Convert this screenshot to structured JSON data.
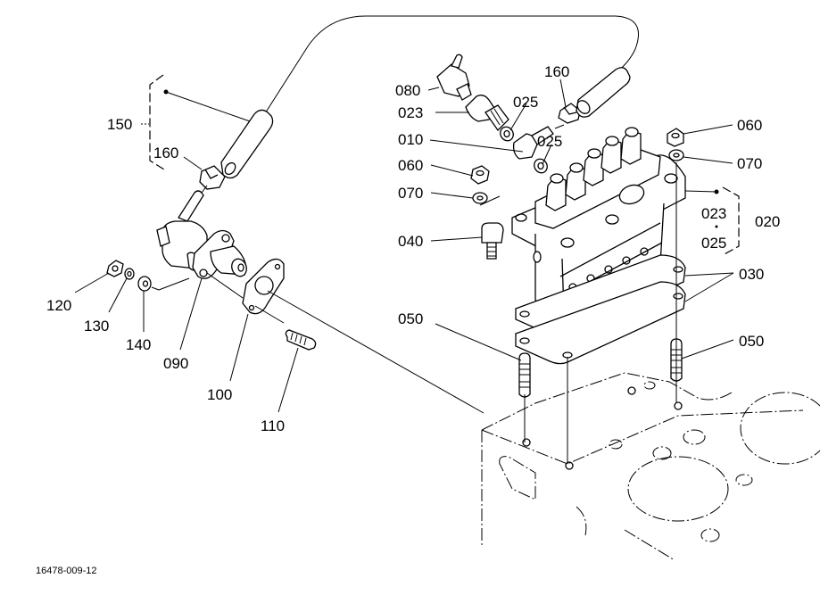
{
  "diagram": {
    "title": "Injection pump assembly - exploded parts view",
    "drawing_code": "16478-009-12",
    "callouts": {
      "c150": "150",
      "c160_left": "160",
      "c160_top": "160",
      "c080": "080",
      "c023": "023",
      "c025_a": "025",
      "c025_b": "025",
      "c010": "010",
      "c060_left": "060",
      "c070_left": "070",
      "c040": "040",
      "c060_right": "060",
      "c070_right": "070",
      "c023_group": "023",
      "c025_group": "025",
      "c020": "020",
      "c030": "030",
      "c050_left": "050",
      "c050_right": "050",
      "c120": "120",
      "c130": "130",
      "c140": "140",
      "c090": "090",
      "c100": "100",
      "c110": "110"
    },
    "group_separator": "·"
  }
}
